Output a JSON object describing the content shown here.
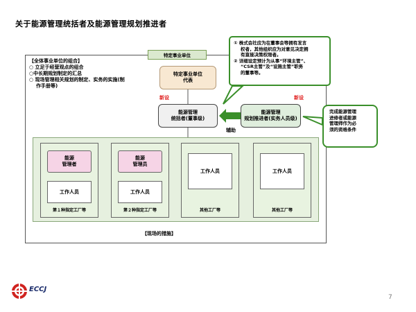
{
  "title": "关于能源管理统括者及能源管理规划推进者",
  "left_notes": {
    "heading": "【全体事业单位的组合】",
    "items": [
      "○ 立足于经营观点的组合",
      "○中长期规划制定的汇总",
      "○ 现场管理相关规划的制定、实务的实施(制",
      "作手册等)"
    ]
  },
  "unit_header": "特定事业单位",
  "rep_box": {
    "line1": "特定事业单位",
    "line2": "代表"
  },
  "new_left": "新设",
  "new_right": "新设",
  "mgr_box": {
    "line1": "能源管理",
    "line2": "统括者(董事级)"
  },
  "promo_box": {
    "line1": "能源管理",
    "line2": "规划推进者(实务人员级)"
  },
  "assist_label": "辅助",
  "callout_top": {
    "items": [
      "① 株式会社应为在董事会等拥有发言",
      "权者，其他组织应为对意见决定拥",
      "有直接决策权限者。",
      "② 详细设定预计为从事“环境主管”、",
      "“CSR主管”及“设施主管”职务",
      "的董事等。"
    ]
  },
  "callout_right": {
    "lines": [
      "完成能源管理",
      "进修者或能源",
      "管理师作为必",
      "须的资格条件"
    ]
  },
  "factories": [
    {
      "top": "能源",
      "bottom": "管理者",
      "worker": "工作人员",
      "label": "第１种指定工厂等"
    },
    {
      "top": "能源",
      "bottom": "管理员",
      "worker": "工作人员",
      "label": "第２种指定工厂等"
    },
    {
      "worker": "工作人员",
      "label": "其他工厂等"
    },
    {
      "worker": "工作人员",
      "label": "其他工厂等"
    }
  ],
  "site_label": "【现场的措施】",
  "logo": "ECCJ",
  "page_number": "7",
  "colors": {
    "callout_border": "#3a8f2a",
    "new_label": "#e0201f",
    "arrow": "#2e7d1f",
    "logo_red": "#d0231f"
  }
}
